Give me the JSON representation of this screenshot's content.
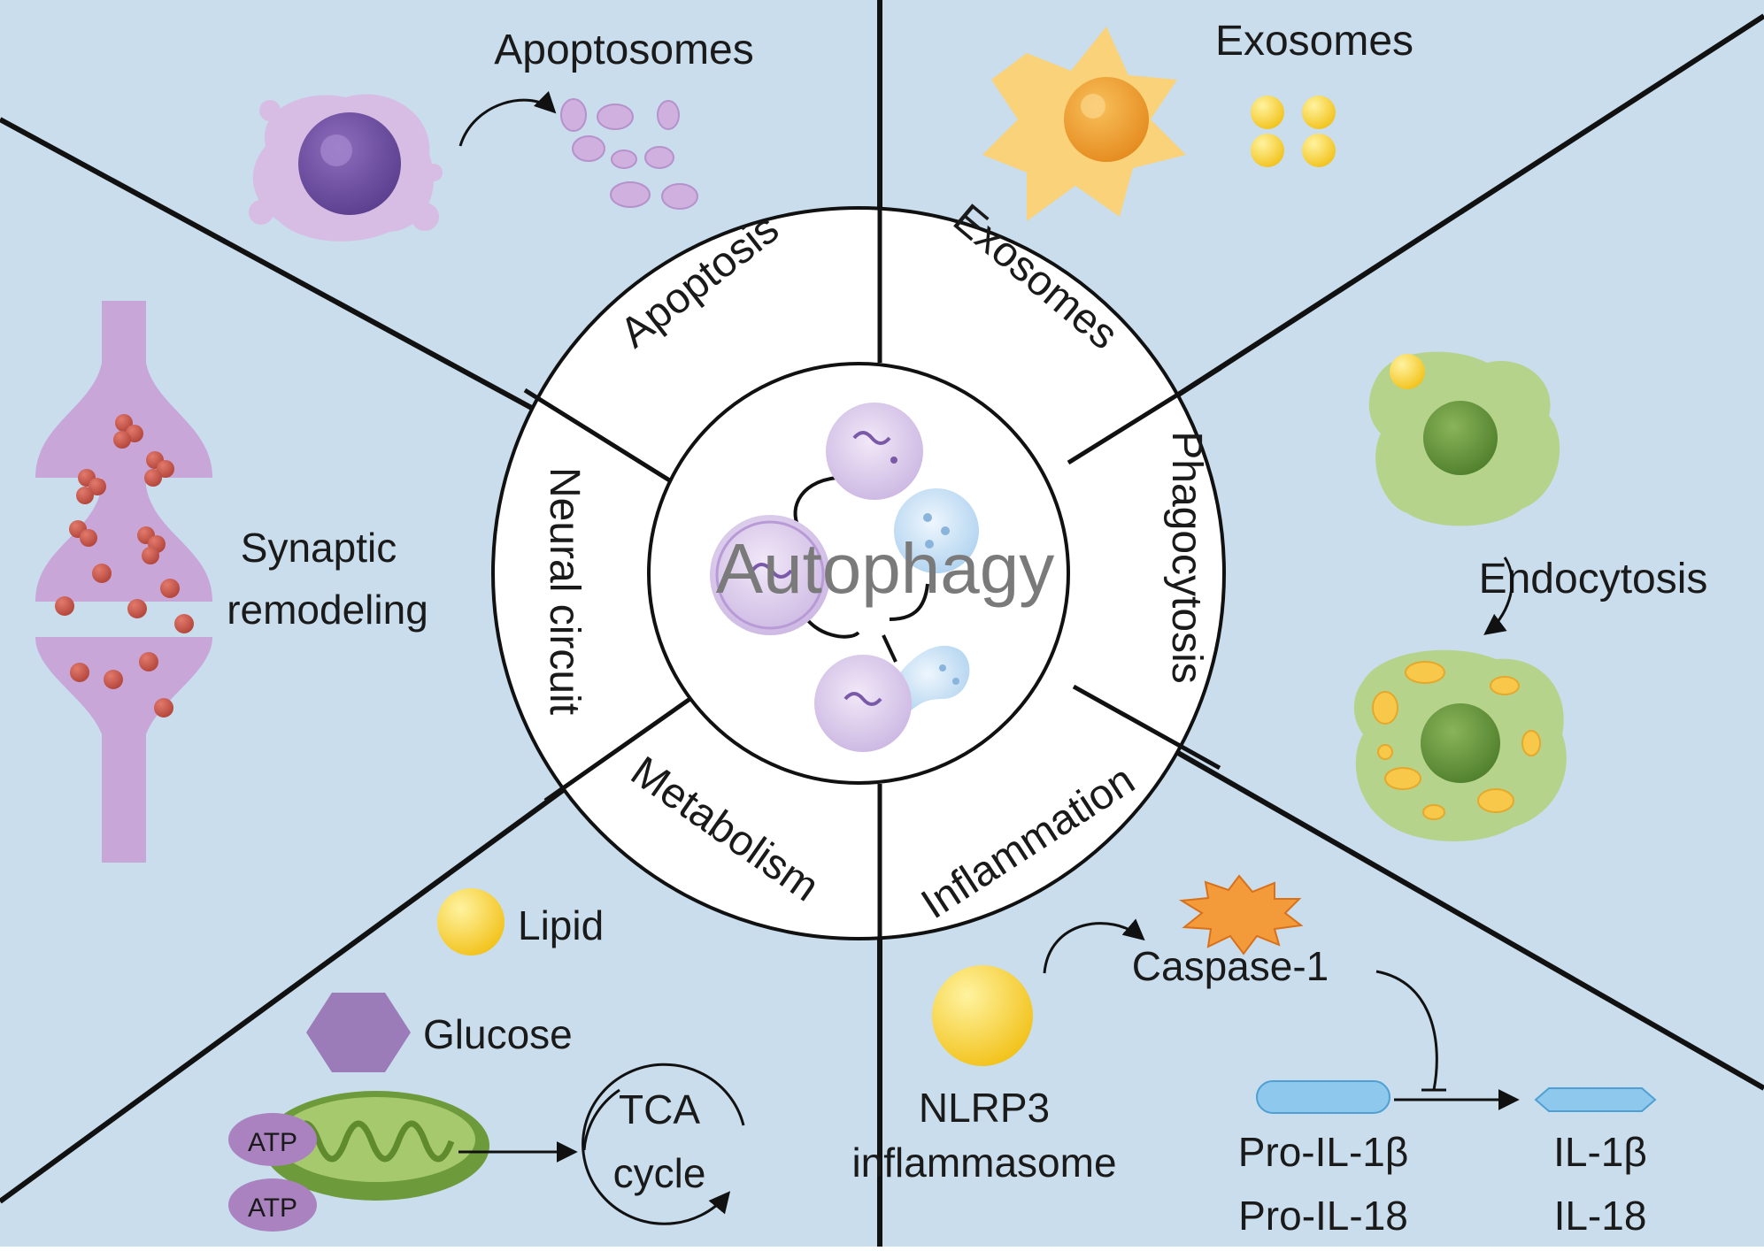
{
  "center": {
    "title": "Autophagy"
  },
  "ring_labels": {
    "apoptosis": "Apoptosis",
    "exosomes": "Exosomes",
    "phagocytosis": "Phagocytosis",
    "inflammation": "Inflammation",
    "metabolism": "Metabolism",
    "neural_circuit": "Neural circuit"
  },
  "panels": {
    "apoptosis": {
      "caption": "Apoptosomes"
    },
    "exosomes": {
      "caption": "Exosomes"
    },
    "phagocytosis": {
      "caption": "Endocytosis"
    },
    "synaptic": {
      "line1": "Synaptic",
      "line2": "remodeling"
    },
    "metabolism": {
      "lipid": "Lipid",
      "glucose": "Glucose",
      "atp1": "ATP",
      "atp2": "ATP",
      "tca_line1": "TCA",
      "tca_line2": "cycle"
    },
    "inflammation": {
      "caspase": "Caspase-1",
      "nlrp3_line1": "NLRP3",
      "nlrp3_line2": "inflammasome",
      "pro_il1b": "Pro-IL-1β",
      "pro_il18": "Pro-IL-18",
      "il1b": "IL-1β",
      "il18": "IL-18"
    }
  },
  "colors": {
    "background": "#c9ddec",
    "ring": "#ffffff",
    "divider": "#111111",
    "apoptotic_cell": "#c9a6d8",
    "exosome_cell": "#f7c96a",
    "phagocyte": "#a8c978",
    "vesicle": "#c9544a",
    "mitochondrion": "#7fa845",
    "atp": "#a982bf",
    "glucose": "#9c7cb8",
    "lipid": "#f5c518",
    "cytokine": "#8ec8ec"
  }
}
